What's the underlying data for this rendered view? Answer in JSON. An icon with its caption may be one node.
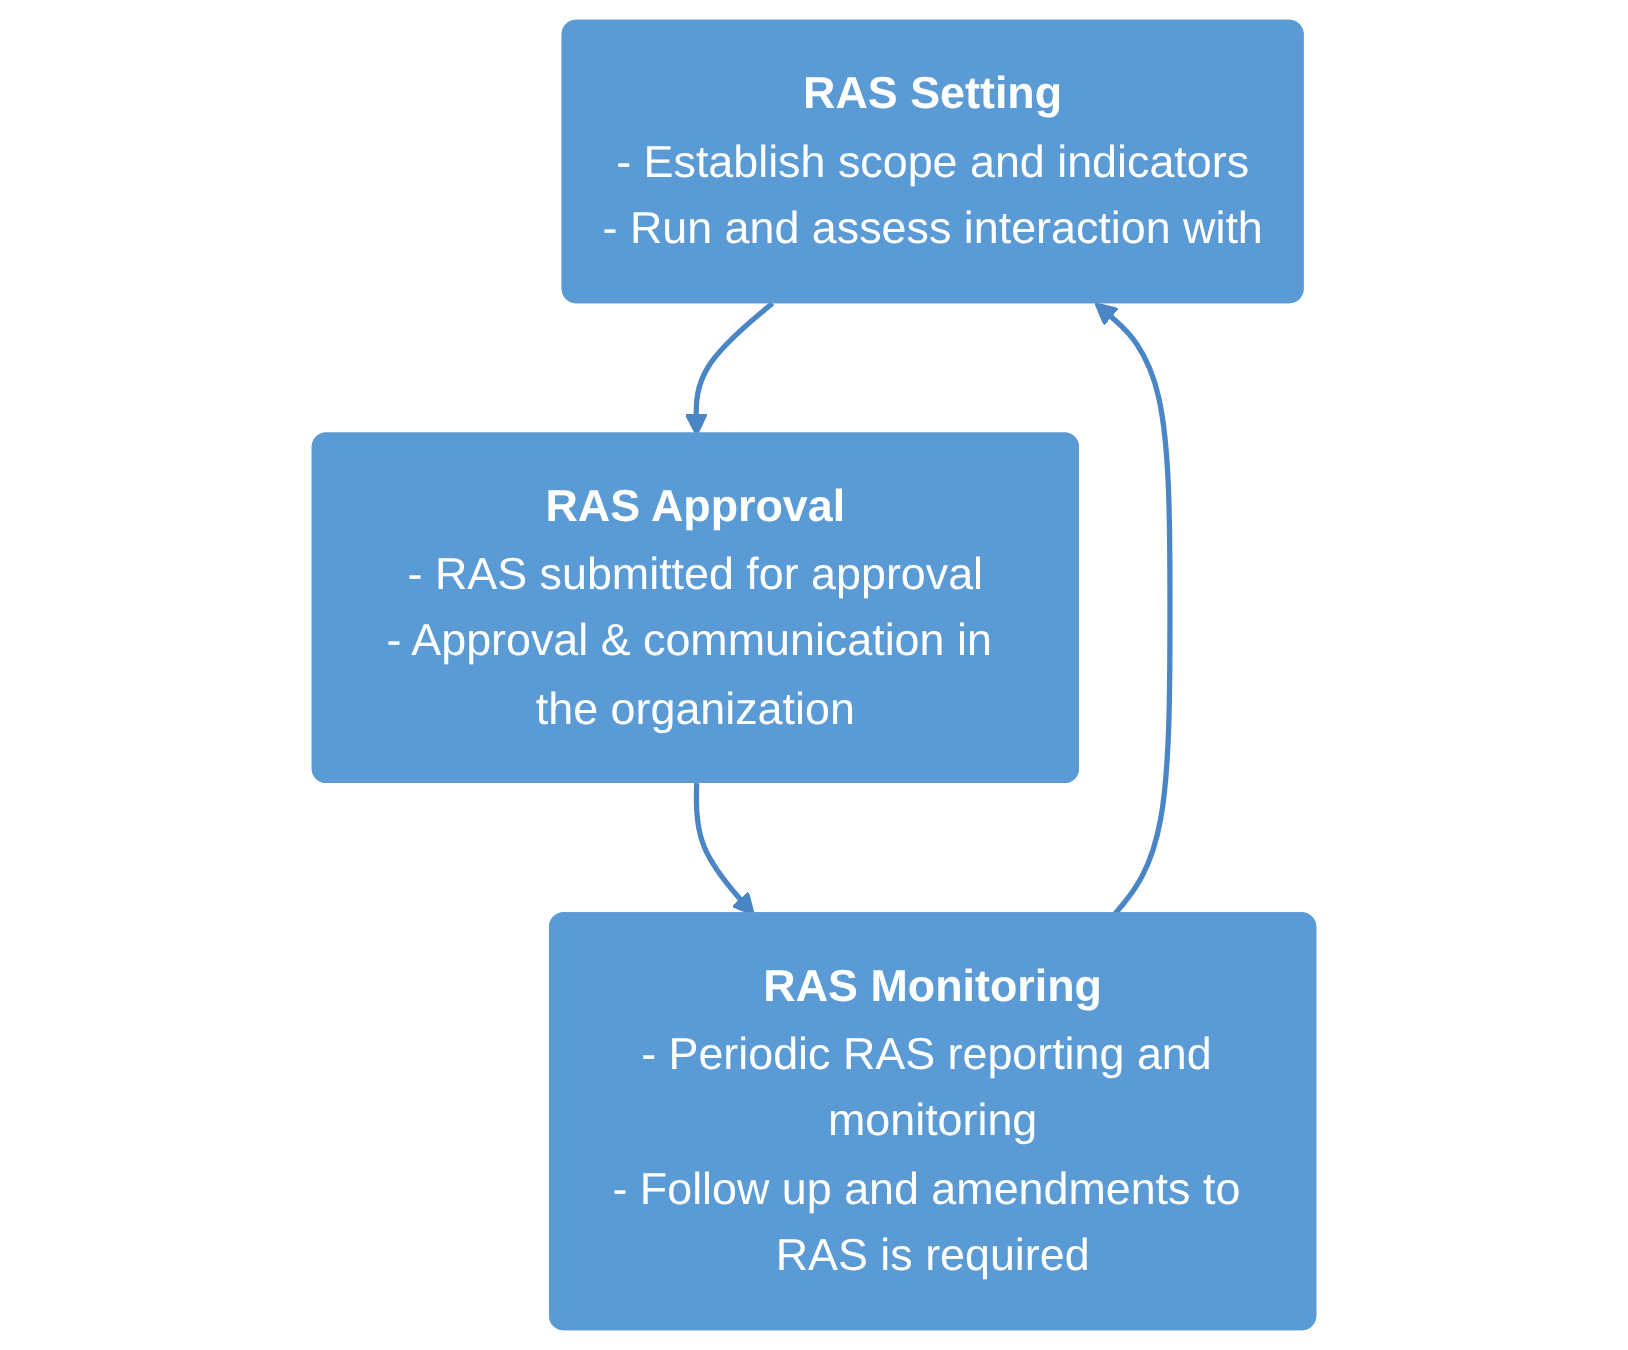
{
  "diagram": {
    "nodes": [
      {
        "text": [
          "RAS Setting",
          "- Establish scope and indicators",
          "- Run and assess interaction with"
        ]
      },
      {
        "text": [
          "RAS Approval",
          "- RAS submitted for approval",
          "- Approval & communication in the organization"
        ]
      },
      {
        "text": [
          "RAS Monitoring",
          "- Periodic RAS reporting and monitoring",
          "- Follow up and amendments to RAS is required"
        ]
      }
    ],
    "edges": [
      {
        "from": 0,
        "to": 1,
        "arrow": "to"
      },
      {
        "from": 1,
        "to": 2,
        "arrow": "to"
      },
      {
        "from": 2,
        "to": 0,
        "arrow": "to"
      }
    ]
  }
}
